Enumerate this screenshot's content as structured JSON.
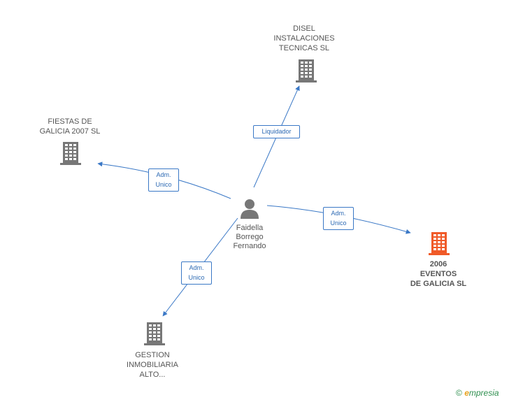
{
  "colors": {
    "building": "#777777",
    "main_building": "#f05a28",
    "edge": "#3a78c6",
    "person": "#777777"
  },
  "nodes": {
    "person": {
      "lines": [
        "Faidella",
        "Borrego",
        "Fernando"
      ],
      "icon": "person-icon"
    },
    "disel": {
      "lines": [
        "DISEL",
        "INSTALACIONES",
        "TECNICAS SL"
      ],
      "icon": "building-icon"
    },
    "fiestas": {
      "lines": [
        "FIESTAS DE",
        "GALICIA 2007 SL"
      ],
      "icon": "building-icon"
    },
    "eventos": {
      "lines": [
        "2006",
        "EVENTOS",
        "DE GALICIA SL"
      ],
      "icon": "building-icon"
    },
    "gestion": {
      "lines": [
        "GESTION",
        "INMOBILIARIA",
        "ALTO..."
      ],
      "icon": "building-icon"
    }
  },
  "edges": {
    "disel": {
      "lines": [
        "Liquidador"
      ]
    },
    "fiestas": {
      "lines": [
        "Adm.",
        "Unico"
      ]
    },
    "eventos": {
      "lines": [
        "Adm.",
        "Unico"
      ]
    },
    "gestion": {
      "lines": [
        "Adm.",
        "Unico"
      ]
    }
  },
  "brand": {
    "copyright": "©",
    "initial": "e",
    "name": "mpresia"
  }
}
